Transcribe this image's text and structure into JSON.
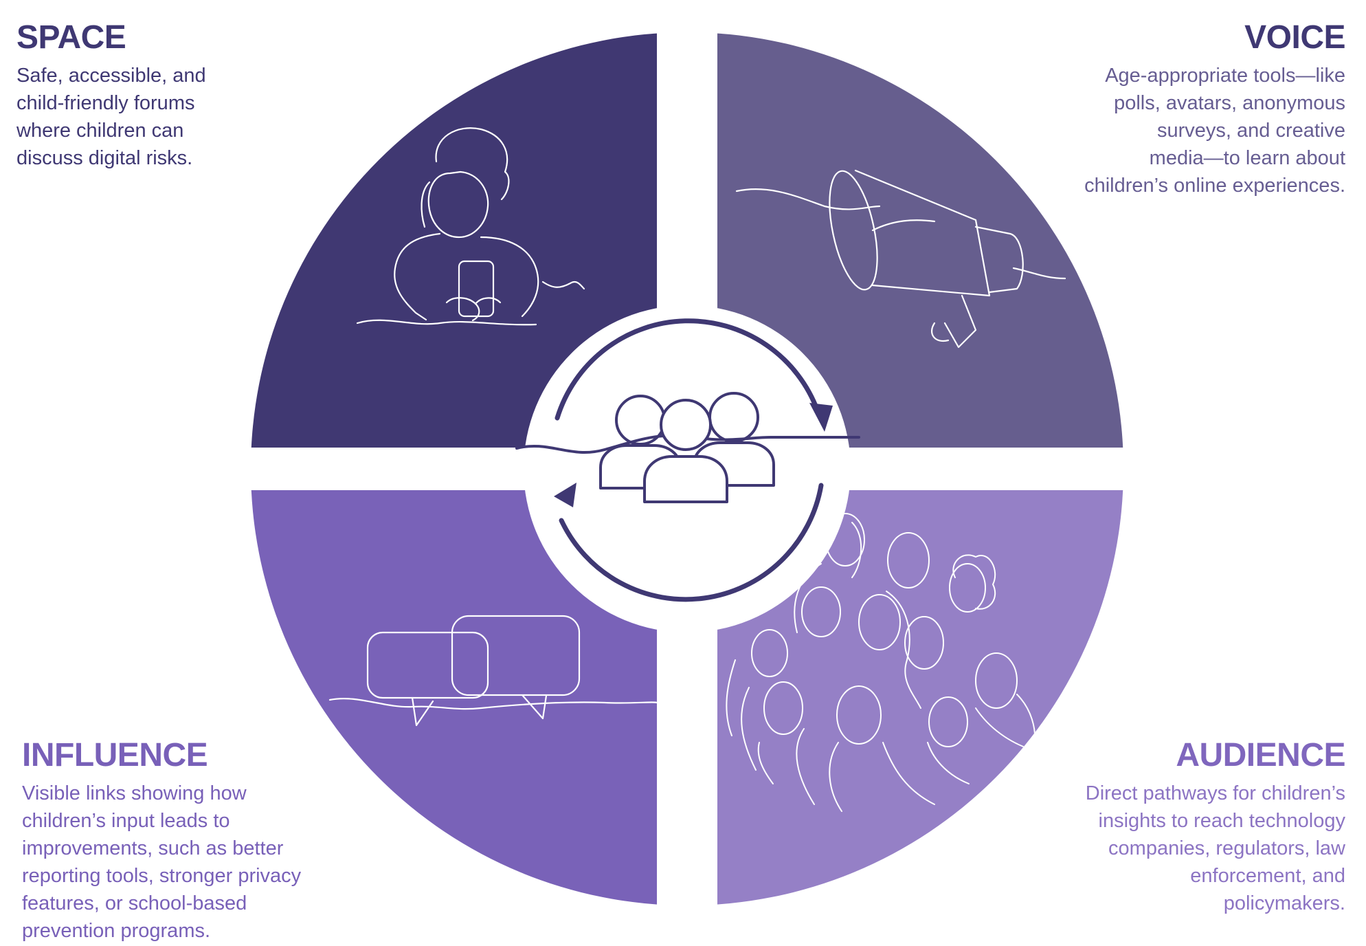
{
  "colors": {
    "space": "#403872",
    "voice": "#665e8e",
    "influence": "#7962b8",
    "audience": "#9580c6",
    "ring": "#3f3873",
    "line_art": "#ffffff",
    "background": "#ffffff"
  },
  "icons": {
    "space": "child-with-phone-icon",
    "voice": "megaphone-icon",
    "influence": "speech-bubbles-icon",
    "audience": "crowd-icon",
    "center": "people-group-icon"
  },
  "quadrants": {
    "space": {
      "title": "SPACE",
      "lines": [
        "Safe, accessible, and",
        "child-friendly forums",
        "where children can",
        "discuss digital risks."
      ]
    },
    "voice": {
      "title": "VOICE",
      "lines": [
        "Age-appropriate tools—like",
        "polls, avatars, anonymous",
        "surveys, and creative",
        "media—to learn about",
        "children’s online experiences."
      ]
    },
    "influence": {
      "title": "INFLUENCE",
      "lines": [
        "Visible links showing how",
        "children’s input leads to",
        "improvements, such as better",
        "reporting tools, stronger privacy",
        "features, or school-based",
        "prevention programs."
      ]
    },
    "audience": {
      "title": "AUDIENCE",
      "lines": [
        "Direct pathways for children’s",
        "insights to reach technology",
        "companies, regulators, law",
        "enforcement, and",
        "policymakers."
      ]
    }
  }
}
